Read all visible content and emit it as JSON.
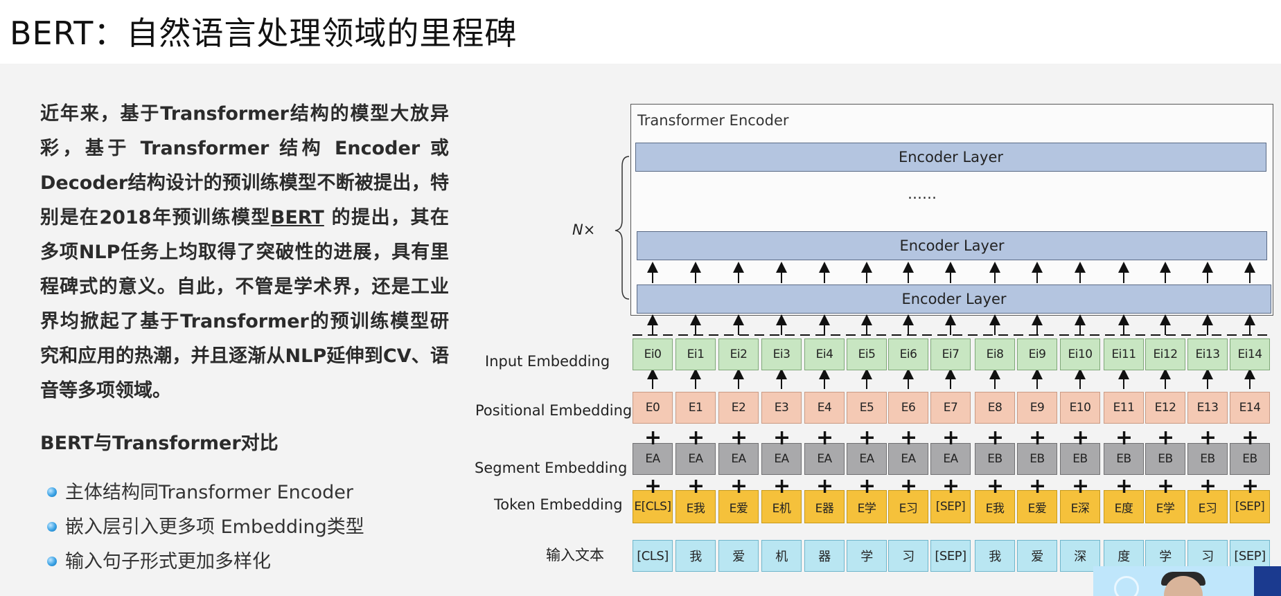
{
  "page": {
    "title": "BERT：自然语言处理领域的里程碑"
  },
  "intro": {
    "text_before": "近年来，基于Transformer结构的模型大放异彩，基于 Transformer 结构 Encoder 或 Decoder结构设计的预训练模型不断被提出，特别是在2018年预训练模型",
    "bert_link": "BERT",
    "text_after": " 的提出，其在多项NLP任务上均取得了突破性的进展，具有里程碑式的意义。自此，不管是学术界，还是工业界均掀起了基于Transformer的预训练模型研究和应用的热潮，并且逐渐从NLP延伸到CV、语音等多项领域。"
  },
  "comparison": {
    "heading": "BERT与Transformer对比",
    "bullets": [
      "主体结构同Transformer Encoder",
      "嵌入层引入更多项 Embedding类型",
      "输入句子形式更加多样化"
    ]
  },
  "diagram": {
    "frame_label": "Transformer Encoder",
    "encoder_layers": [
      "Encoder Layer",
      "Encoder Layer",
      "Encoder Layer"
    ],
    "ellipsis": "……",
    "repeat_label": "N×",
    "row_labels": {
      "input": "Input Embedding",
      "positional": "Positional Embedding",
      "segment": "Segment Embedding",
      "token": "Token Embedding",
      "text": "输入文本"
    },
    "plus_symbol": "+",
    "input_embeddings": [
      "Ei0",
      "Ei1",
      "Ei2",
      "Ei3",
      "Ei4",
      "Ei5",
      "Ei6",
      "Ei7",
      "Ei8",
      "Ei9",
      "Ei10",
      "Ei11",
      "Ei12",
      "Ei13",
      "Ei14"
    ],
    "positional_embeddings": [
      "E0",
      "E1",
      "E2",
      "E3",
      "E4",
      "E5",
      "E6",
      "E7",
      "E8",
      "E9",
      "E10",
      "E11",
      "E12",
      "E13",
      "E14"
    ],
    "segment_embeddings": [
      "EA",
      "EA",
      "EA",
      "EA",
      "EA",
      "EA",
      "EA",
      "EA",
      "EB",
      "EB",
      "EB",
      "EB",
      "EB",
      "EB",
      "EB"
    ],
    "token_embeddings": [
      "E[CLS]",
      "E我",
      "E爱",
      "E机",
      "E器",
      "E学",
      "E习",
      "[SEP]",
      "E我",
      "E爱",
      "E深",
      "E度",
      "E学",
      "E习",
      "[SEP]"
    ],
    "input_text": [
      "[CLS]",
      "我",
      "爱",
      "机",
      "器",
      "学",
      "习",
      "[SEP]",
      "我",
      "爱",
      "深",
      "度",
      "学",
      "习",
      "[SEP]"
    ],
    "colors": {
      "encoder_layer": "#b4c5e0",
      "input": "#c8e6c2",
      "positional": "#f4c9b4",
      "segment": "#a9a9ab",
      "token": "#f5c13b",
      "text": "#b9e6f2"
    }
  },
  "presenter": {
    "icon": "presenter-video-icon"
  }
}
